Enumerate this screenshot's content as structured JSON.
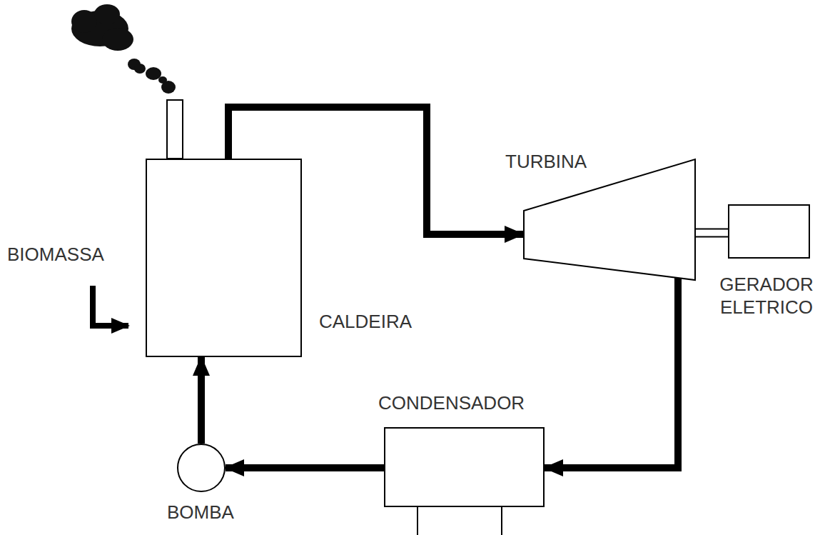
{
  "diagram": {
    "nodes": [
      {
        "text": [
          "CALDEIRA"
        ]
      },
      {
        "text": [
          "TURBINA"
        ]
      },
      {
        "text": [
          "GERADOR ELETRICO"
        ]
      },
      {
        "text": [
          "CONDENSADOR"
        ]
      },
      {
        "text": [
          "BOMBA"
        ]
      }
    ],
    "edges": [
      {
        "from": 0,
        "to": 1,
        "arrow": "to"
      },
      {
        "from": 1,
        "to": 2,
        "arrow": "none"
      },
      {
        "from": 1,
        "to": 3,
        "arrow": "to"
      },
      {
        "from": 3,
        "to": 4,
        "arrow": "to"
      },
      {
        "from": 4,
        "to": 0,
        "arrow": "to"
      }
    ],
    "labels": [
      "BIOMASSA"
    ]
  }
}
